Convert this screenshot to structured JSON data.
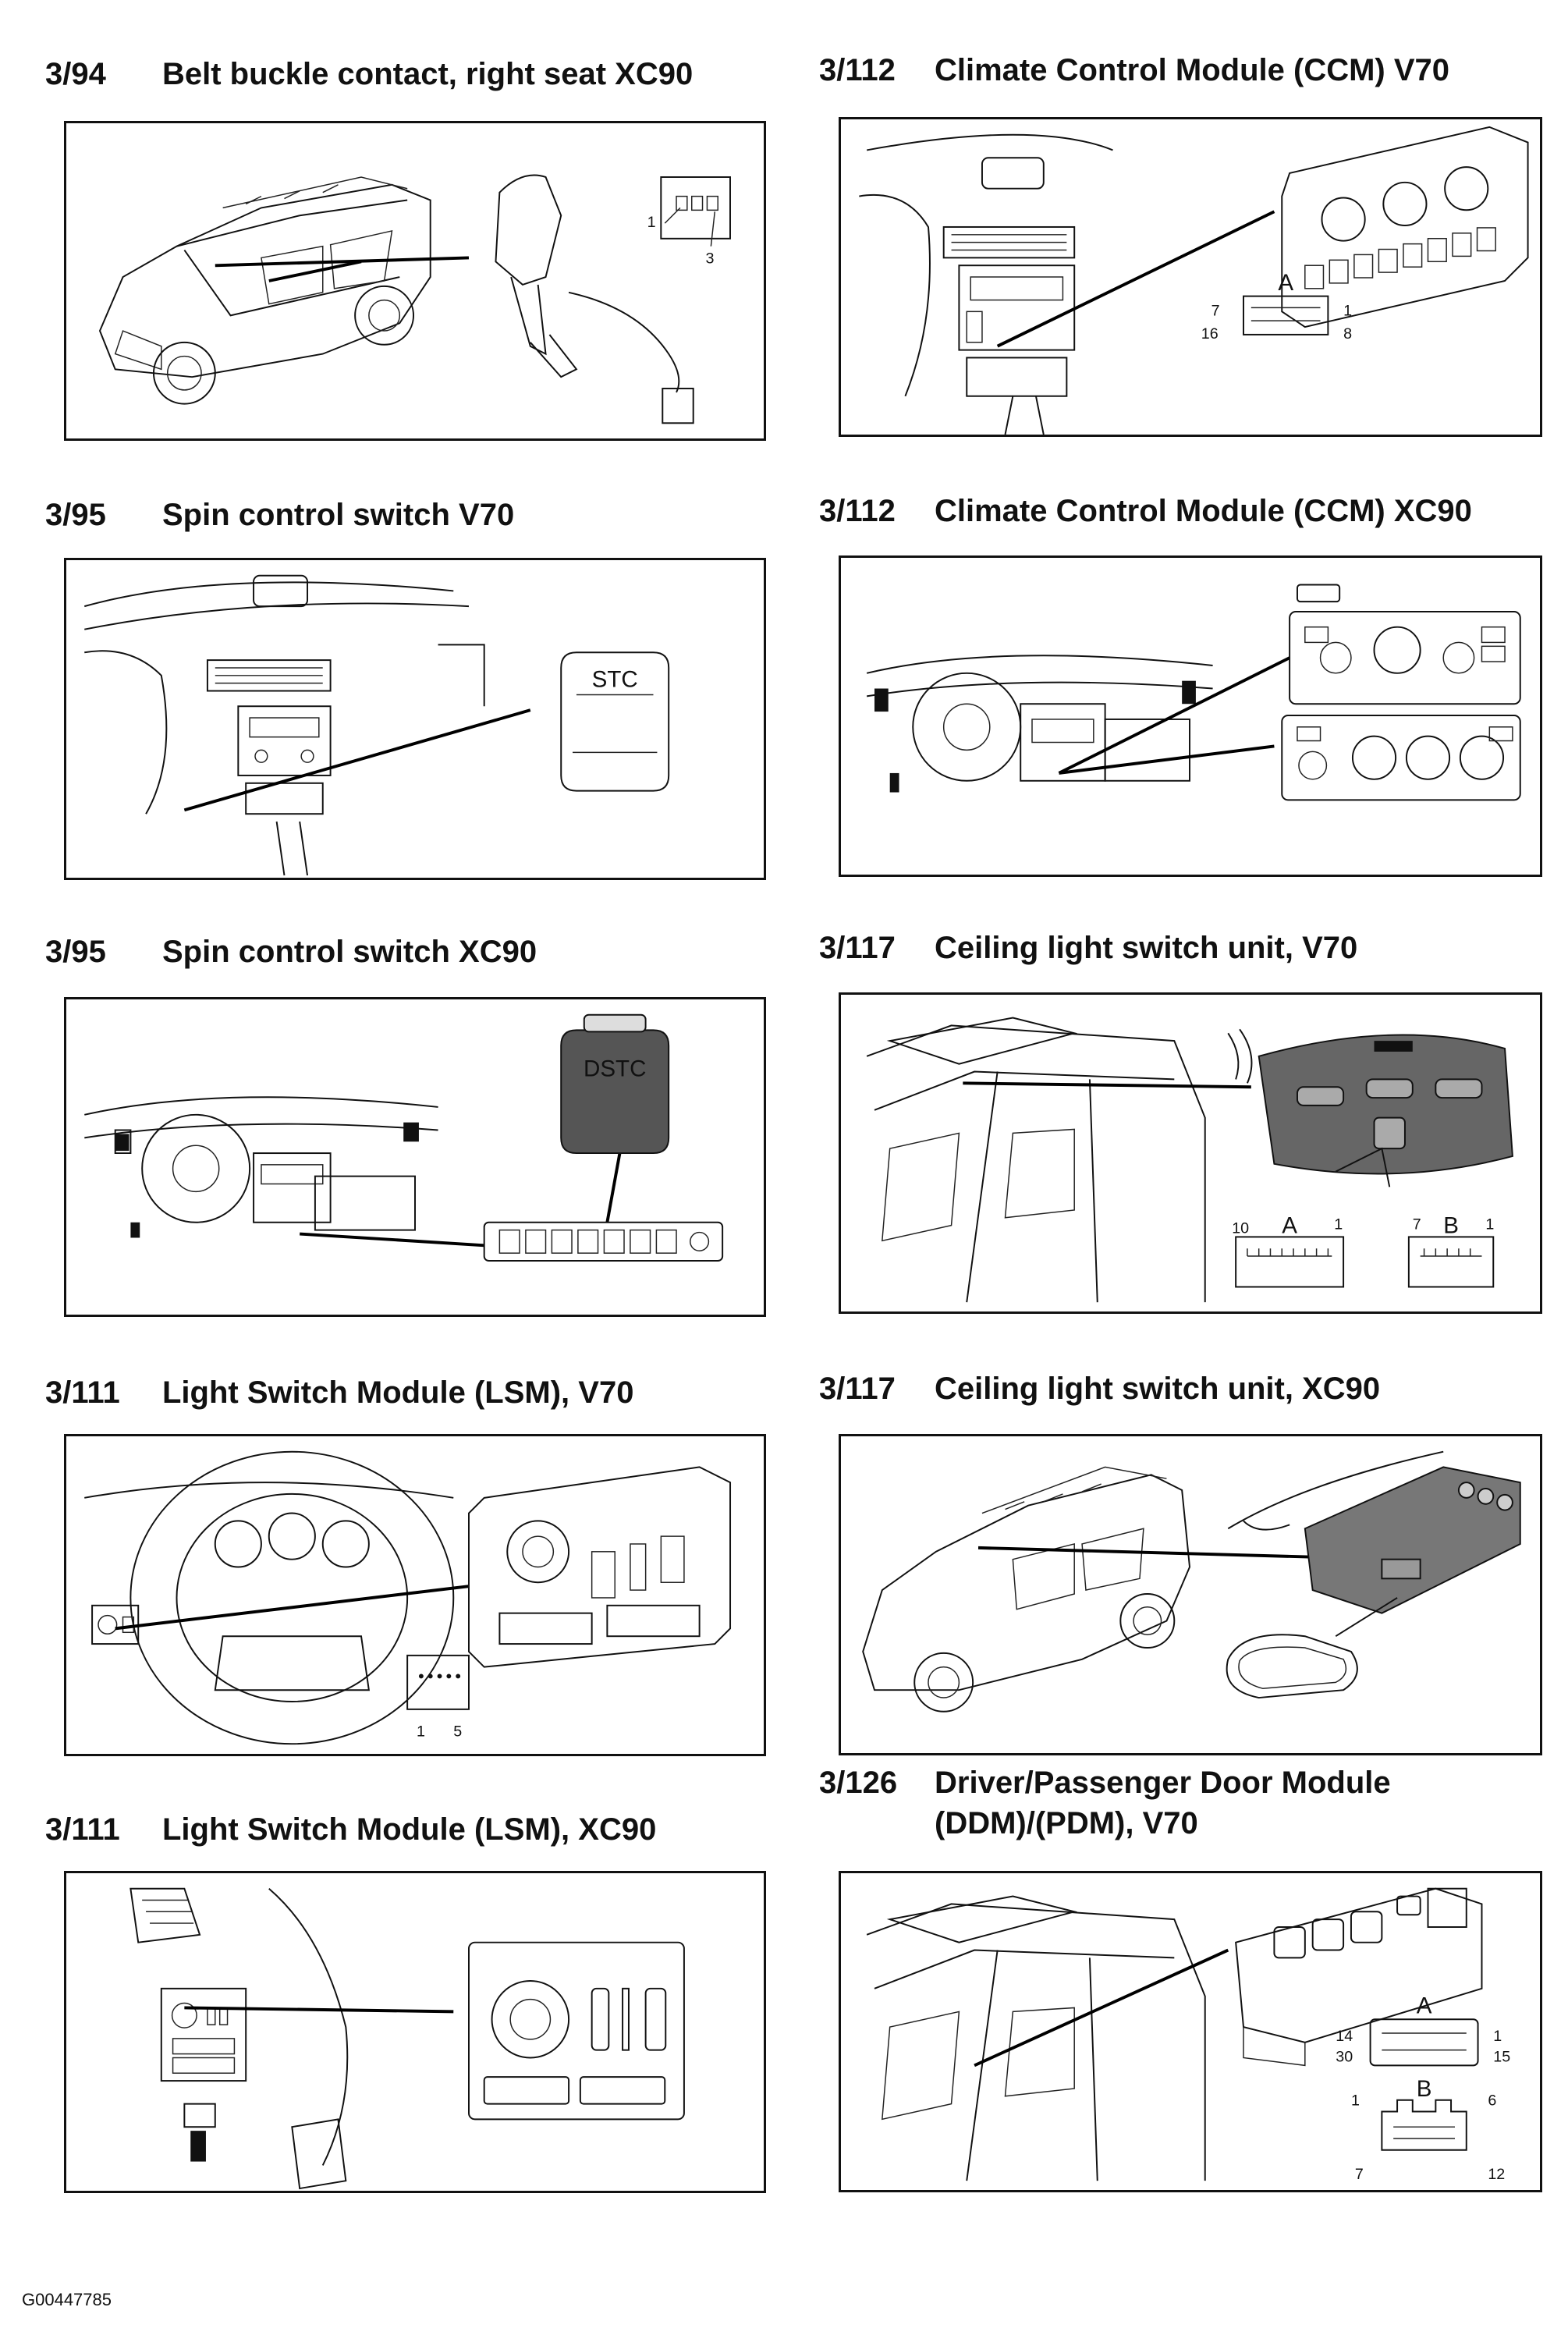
{
  "sections": [
    {
      "num": "3/94",
      "title": "Belt buckle contact, right seat XC90"
    },
    {
      "num": "3/95",
      "title": "Spin control switch V70"
    },
    {
      "num": "3/95",
      "title": "Spin control switch XC90"
    },
    {
      "num": "3/111",
      "title": "Light Switch Module (LSM), V70"
    },
    {
      "num": "3/111",
      "title": "Light Switch Module (LSM), XC90"
    },
    {
      "num": "3/112",
      "title": "Climate Control Module (CCM) V70"
    },
    {
      "num": "3/112",
      "title": "Climate Control Module (CCM) XC90"
    },
    {
      "num": "3/117",
      "title": "Ceiling light switch unit, V70"
    },
    {
      "num": "3/117",
      "title": "Ceiling light switch unit, XC90"
    },
    {
      "num": "3/126",
      "title_line1": "Driver/Passenger Door Module",
      "title_line2": "(DDM)/(PDM), V70"
    }
  ],
  "pins": {
    "belt": {
      "p1": "1",
      "p3": "3"
    },
    "lsm_v70": {
      "p1": "1",
      "p5": "5"
    },
    "ccm_v70": {
      "conn": "A",
      "p7": "7",
      "p1": "1",
      "p16": "16",
      "p8": "8"
    },
    "ceiling_v70": {
      "a": "A",
      "a10": "10",
      "a1": "1",
      "b": "B",
      "b7": "7",
      "b1": "1"
    },
    "door": {
      "a": "A",
      "a14": "14",
      "a1": "1",
      "a30": "30",
      "a15": "15",
      "b": "B",
      "b1": "1",
      "b6": "6",
      "b7": "7",
      "b12": "12"
    }
  },
  "switch_labels": {
    "stc": "STC",
    "dstc": "DSTC"
  },
  "footer": "G00447785"
}
